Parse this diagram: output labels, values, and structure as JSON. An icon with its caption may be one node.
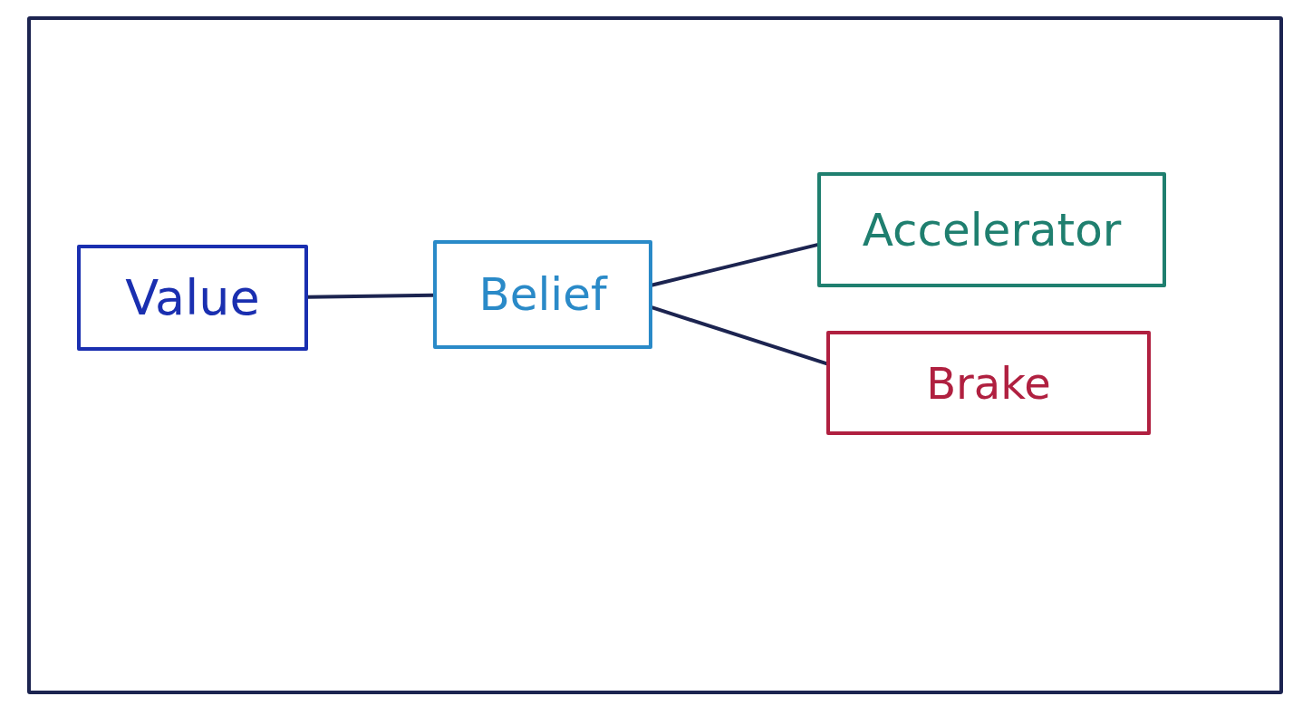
{
  "diagram": {
    "nodes": [
      {
        "text": [
          "Value"
        ]
      },
      {
        "text": [
          "Belief"
        ]
      },
      {
        "text": [
          "Accelerator"
        ]
      },
      {
        "text": [
          "Brake"
        ]
      }
    ],
    "edges": [
      {
        "from": 0,
        "to": 1,
        "arrow": "none"
      },
      {
        "from": 1,
        "to": 2,
        "arrow": "none"
      },
      {
        "from": 1,
        "to": 3,
        "arrow": "none"
      }
    ]
  }
}
